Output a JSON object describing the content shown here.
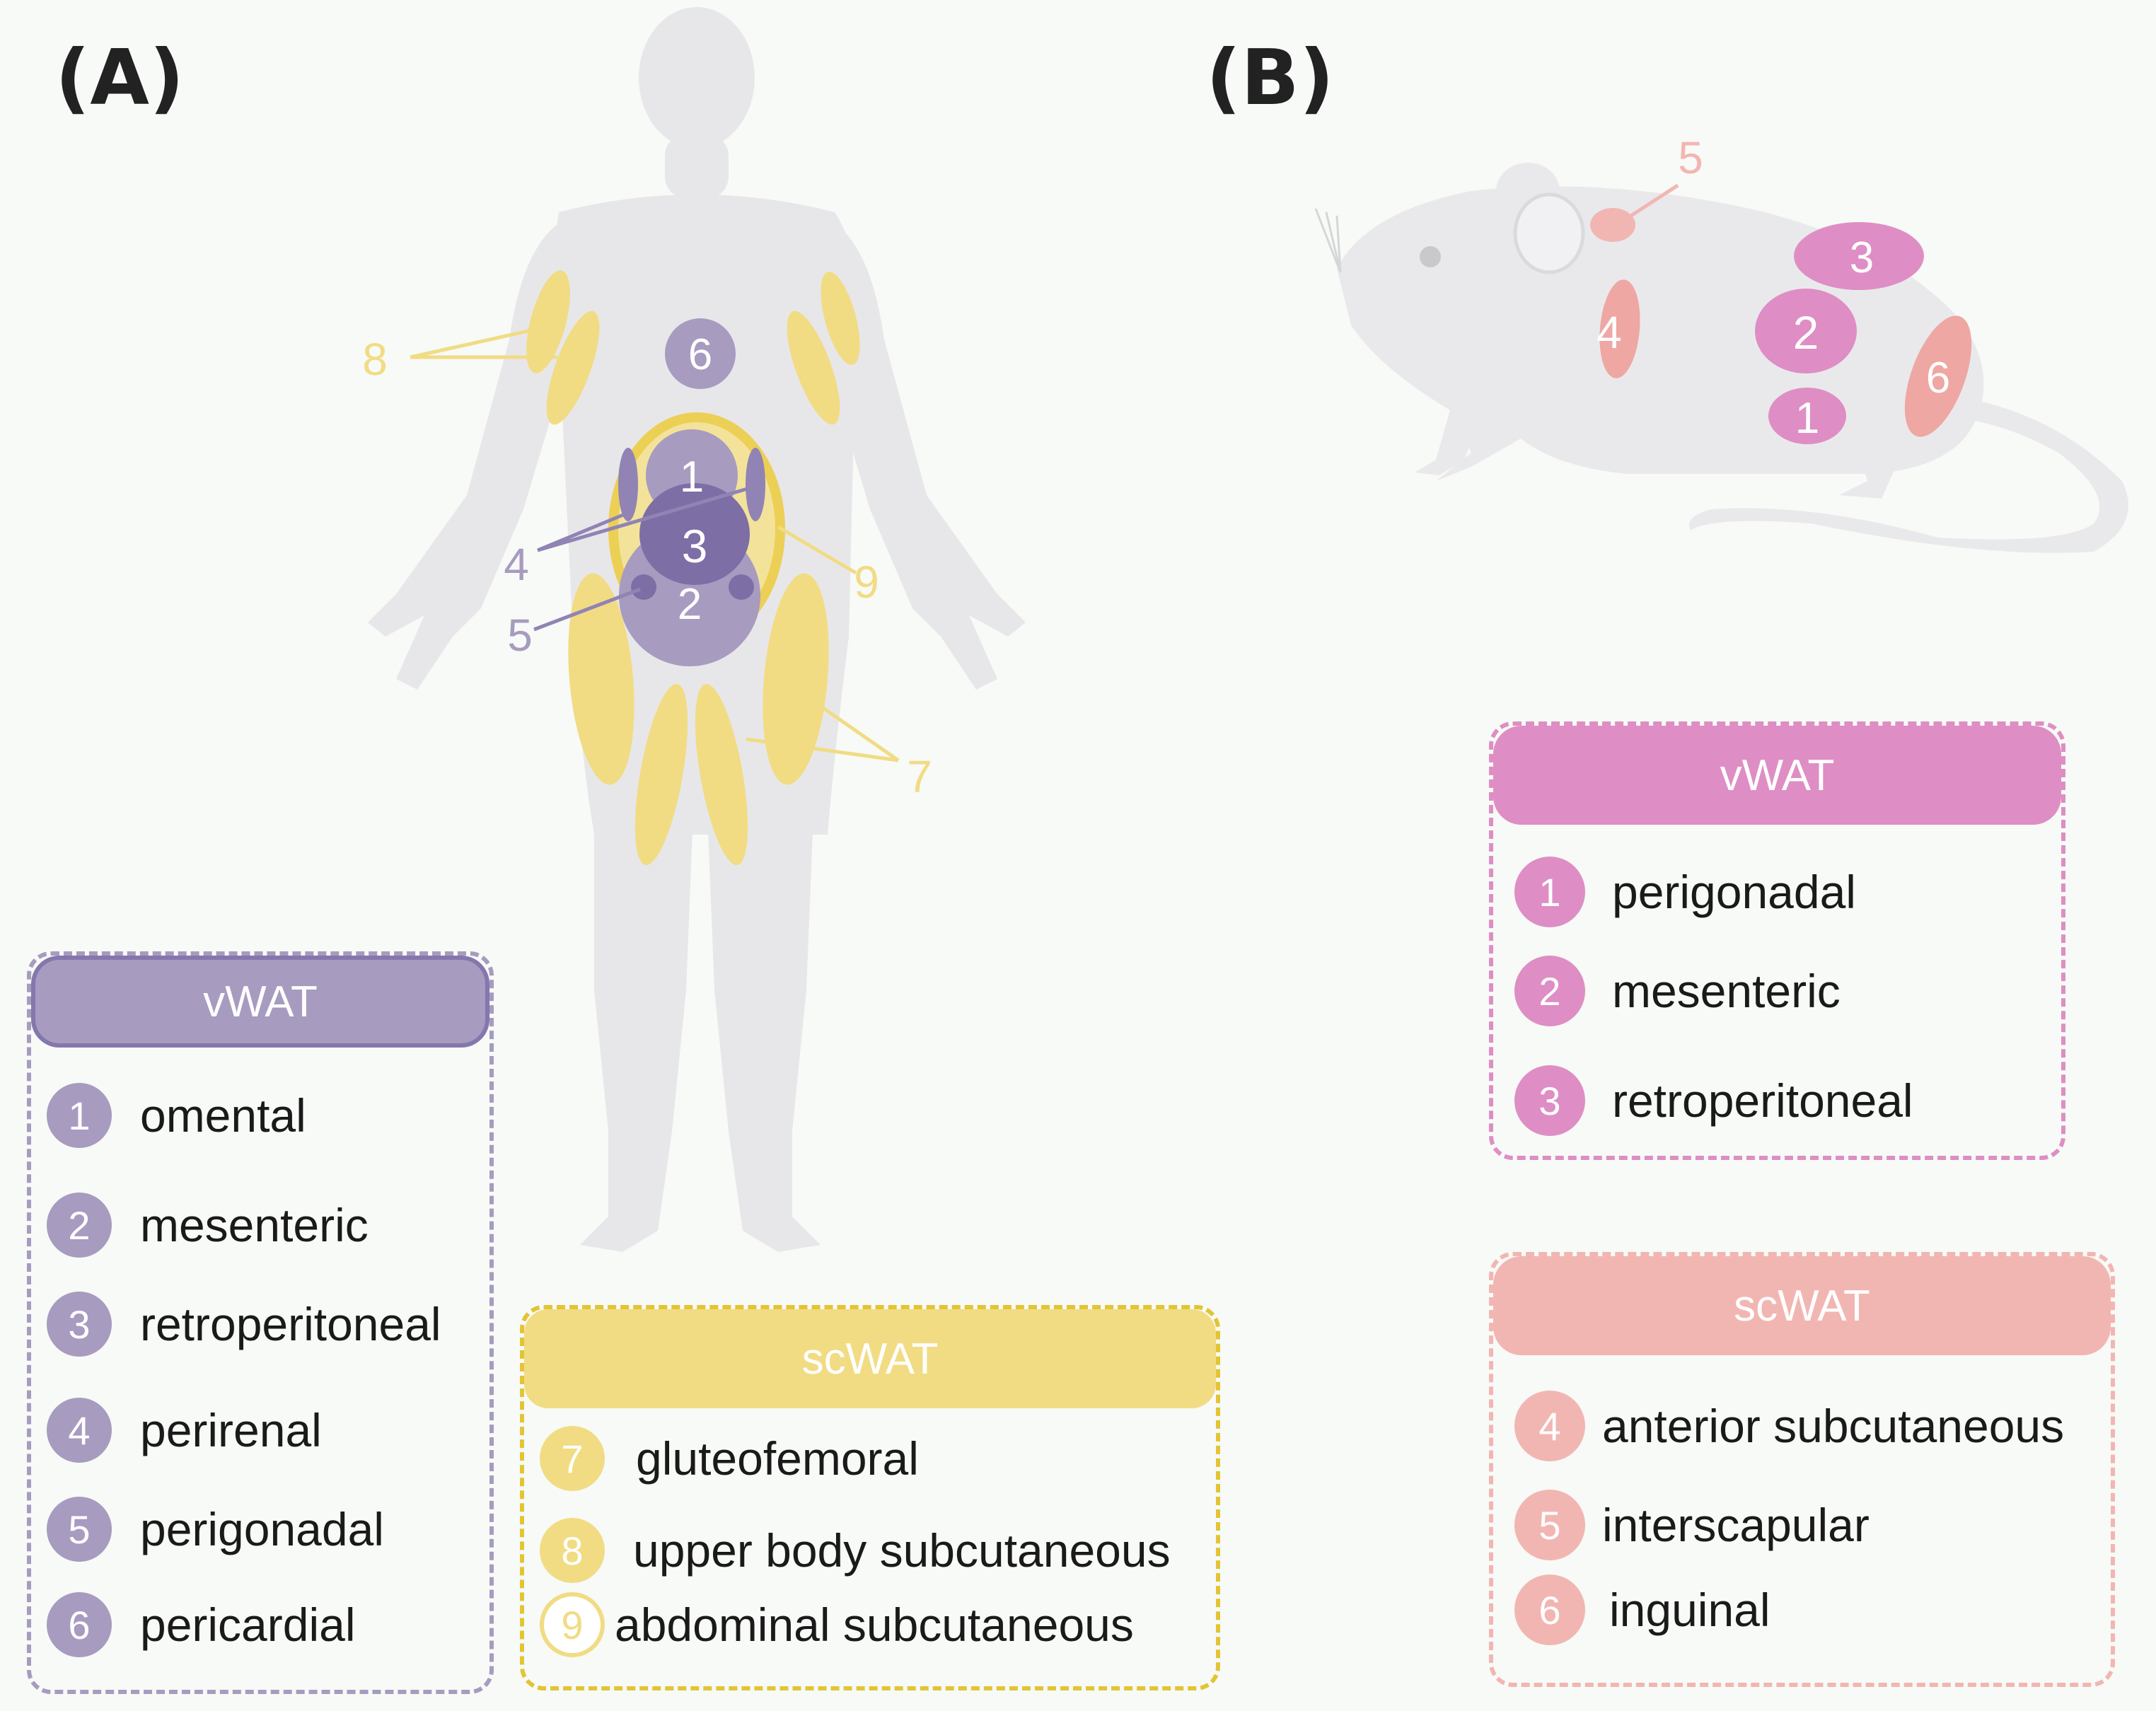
{
  "panels": {
    "a": "(A)",
    "b": "(B)"
  },
  "human_callouts": [
    "1",
    "2",
    "3",
    "4",
    "5",
    "6",
    "7",
    "8",
    "9"
  ],
  "mouse_callouts": [
    "1",
    "2",
    "3",
    "4",
    "5",
    "6"
  ],
  "human_vwat": {
    "title": "vWAT",
    "items": [
      {
        "num": "1",
        "label": "omental"
      },
      {
        "num": "2",
        "label": "mesenteric"
      },
      {
        "num": "3",
        "label": "retroperitoneal"
      },
      {
        "num": "4",
        "label": "perirenal"
      },
      {
        "num": "5",
        "label": "perigonadal"
      },
      {
        "num": "6",
        "label": "pericardial"
      }
    ]
  },
  "human_scwat": {
    "title": "scWAT",
    "items": [
      {
        "num": "7",
        "label": "gluteofemoral"
      },
      {
        "num": "8",
        "label": "upper body subcutaneous"
      },
      {
        "num": "9",
        "label": "abdominal subcutaneous"
      }
    ]
  },
  "mouse_vwat": {
    "title": "vWAT",
    "items": [
      {
        "num": "1",
        "label": "perigonadal"
      },
      {
        "num": "2",
        "label": "mesenteric"
      },
      {
        "num": "3",
        "label": "retroperitoneal"
      }
    ]
  },
  "mouse_scwat": {
    "title": "scWAT",
    "items": [
      {
        "num": "4",
        "label": "anterior subcutaneous"
      },
      {
        "num": "5",
        "label": "interscapular"
      },
      {
        "num": "6",
        "label": "inguinal"
      }
    ]
  },
  "colors": {
    "human_vwat": "#a79bc0",
    "human_vwat_dark": "#7d6ea6",
    "human_scwat": "#f1dc84",
    "human_scwat_border": "#e3c434",
    "mouse_vwat": "#de8ec4",
    "mouse_scwat": "#f2b6b2",
    "body": "#e6e6e8"
  }
}
